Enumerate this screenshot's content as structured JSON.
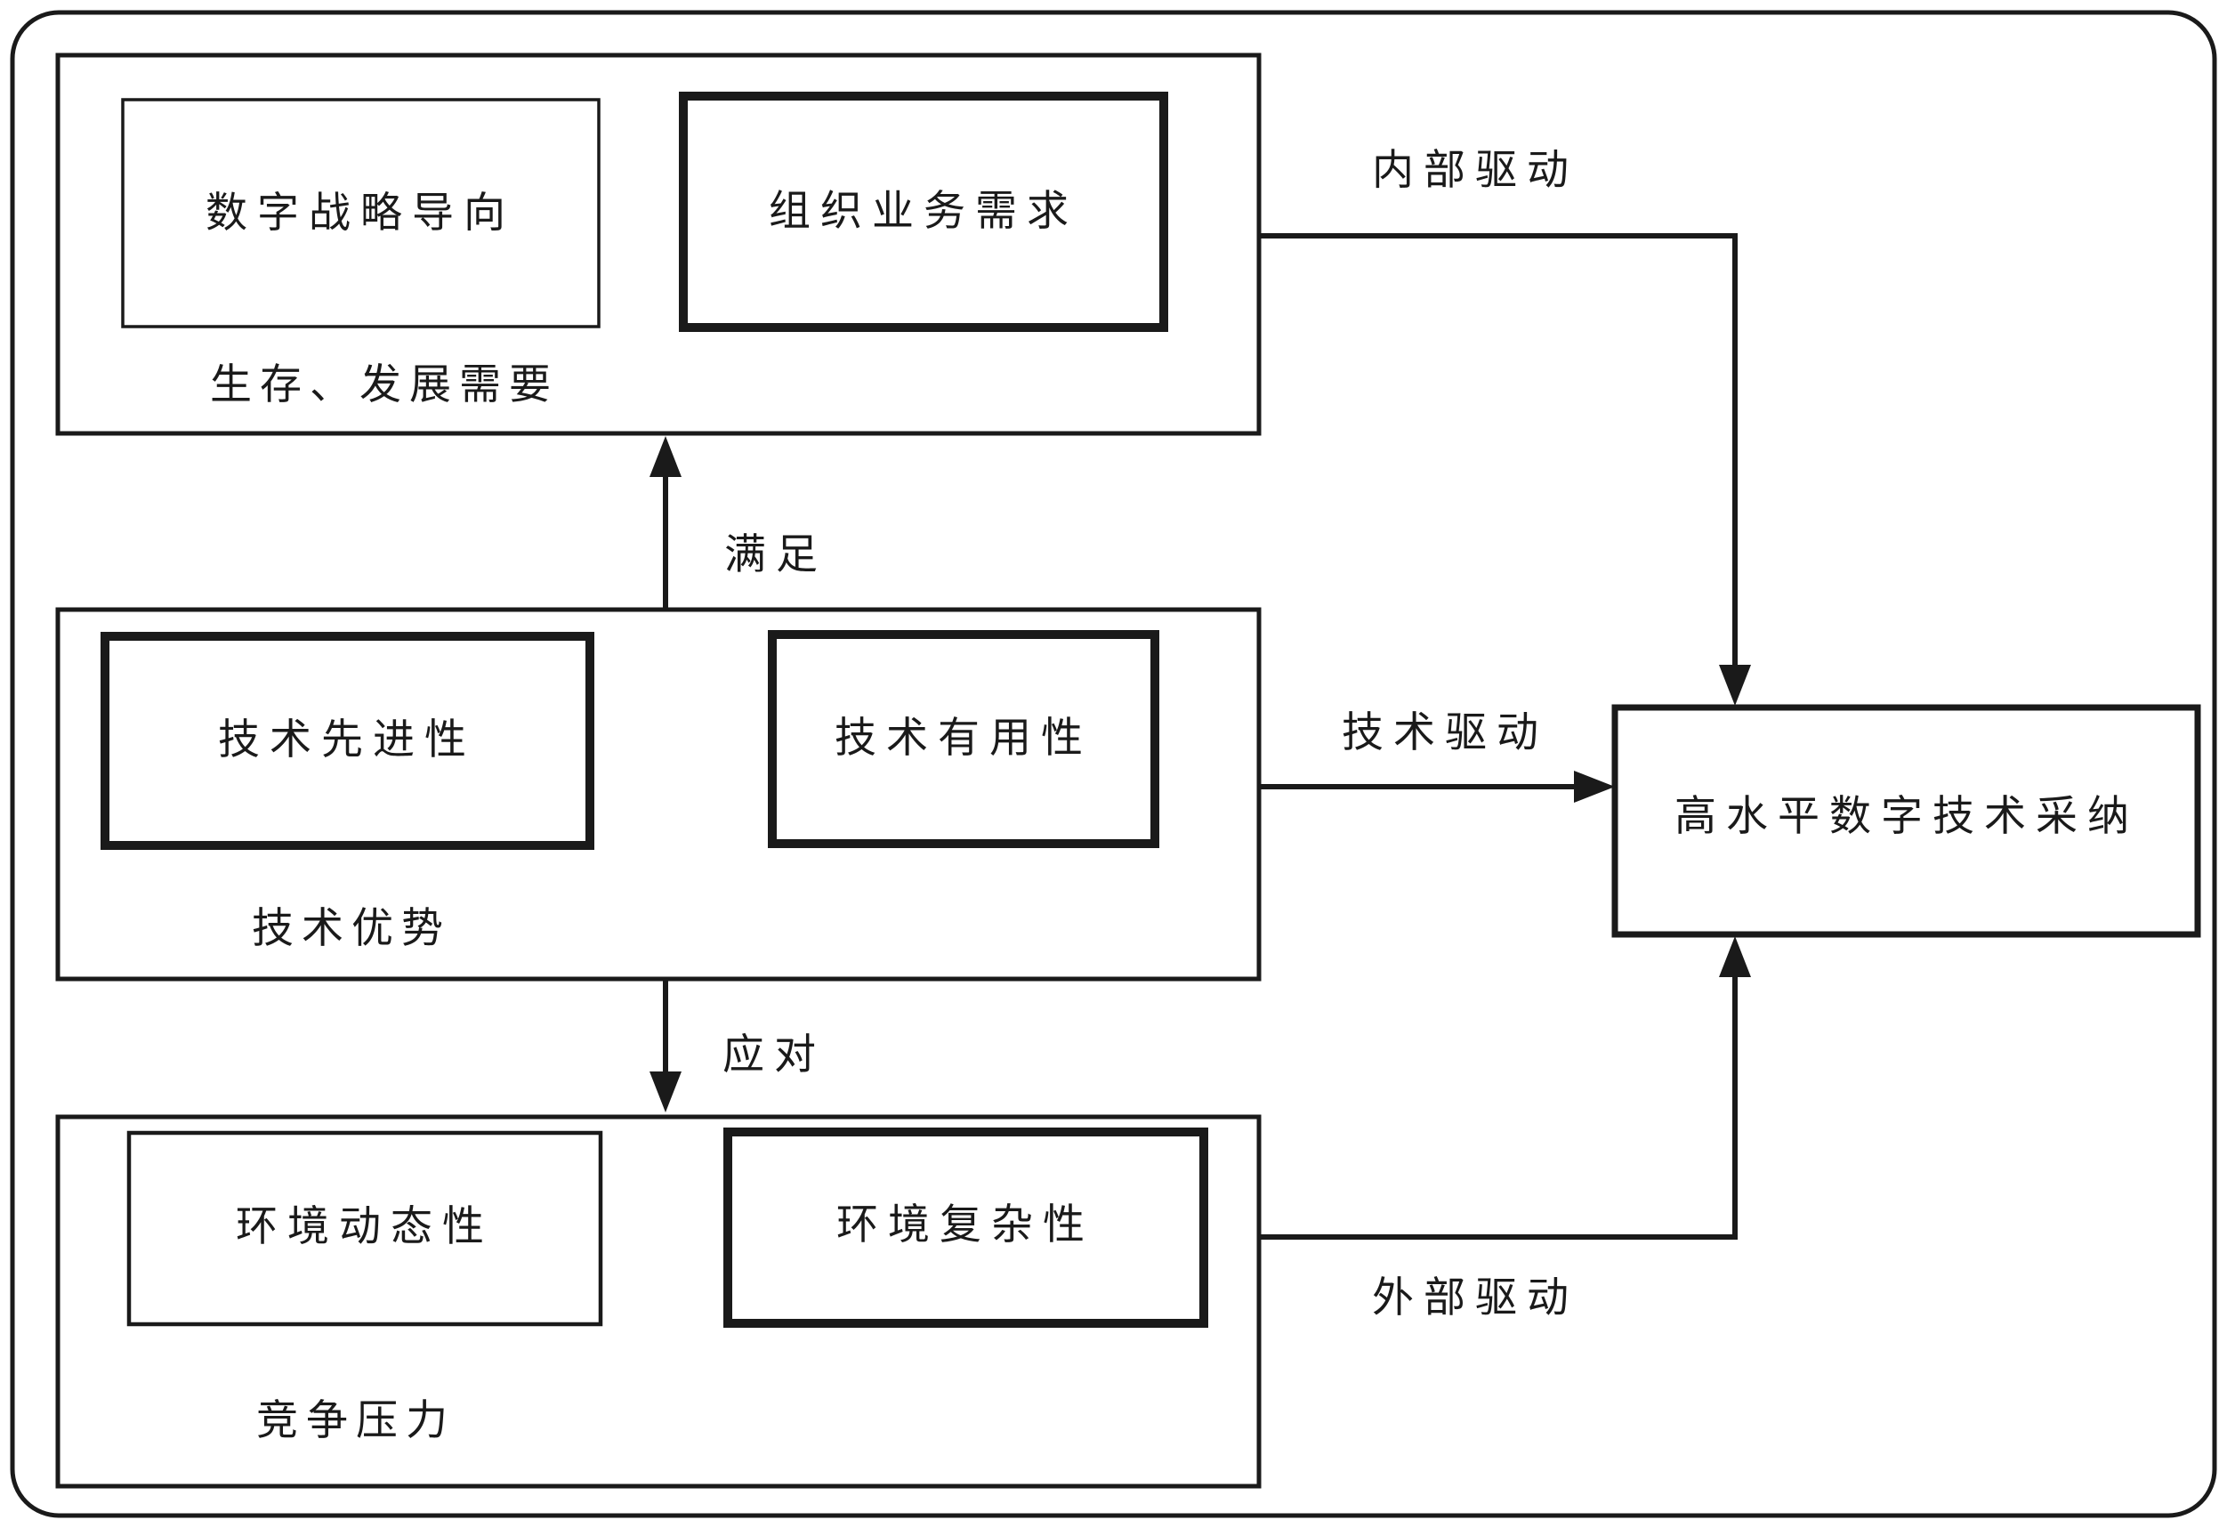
{
  "diagram": {
    "groups": [
      {
        "caption": "生存、发展需要",
        "boxes": [
          {
            "text": "数字战略导向",
            "emphasis": false
          },
          {
            "text": "组织业务需求",
            "emphasis": true
          }
        ]
      },
      {
        "caption": "技术优势",
        "boxes": [
          {
            "text": "技术先进性",
            "emphasis": true
          },
          {
            "text": "技术有用性",
            "emphasis": true
          }
        ]
      },
      {
        "caption": "竞争压力",
        "boxes": [
          {
            "text": "环境动态性",
            "emphasis": false
          },
          {
            "text": "环境复杂性",
            "emphasis": true
          }
        ]
      }
    ],
    "outcome": "高水平数字技术采纳",
    "edges": {
      "satisfy": "满足",
      "respond": "应对",
      "internal_drive": "内部驱动",
      "tech_drive": "技术驱动",
      "external_drive": "外部驱动"
    },
    "colors": {
      "stroke": "#1a1a1a",
      "background": "#ffffff"
    }
  }
}
